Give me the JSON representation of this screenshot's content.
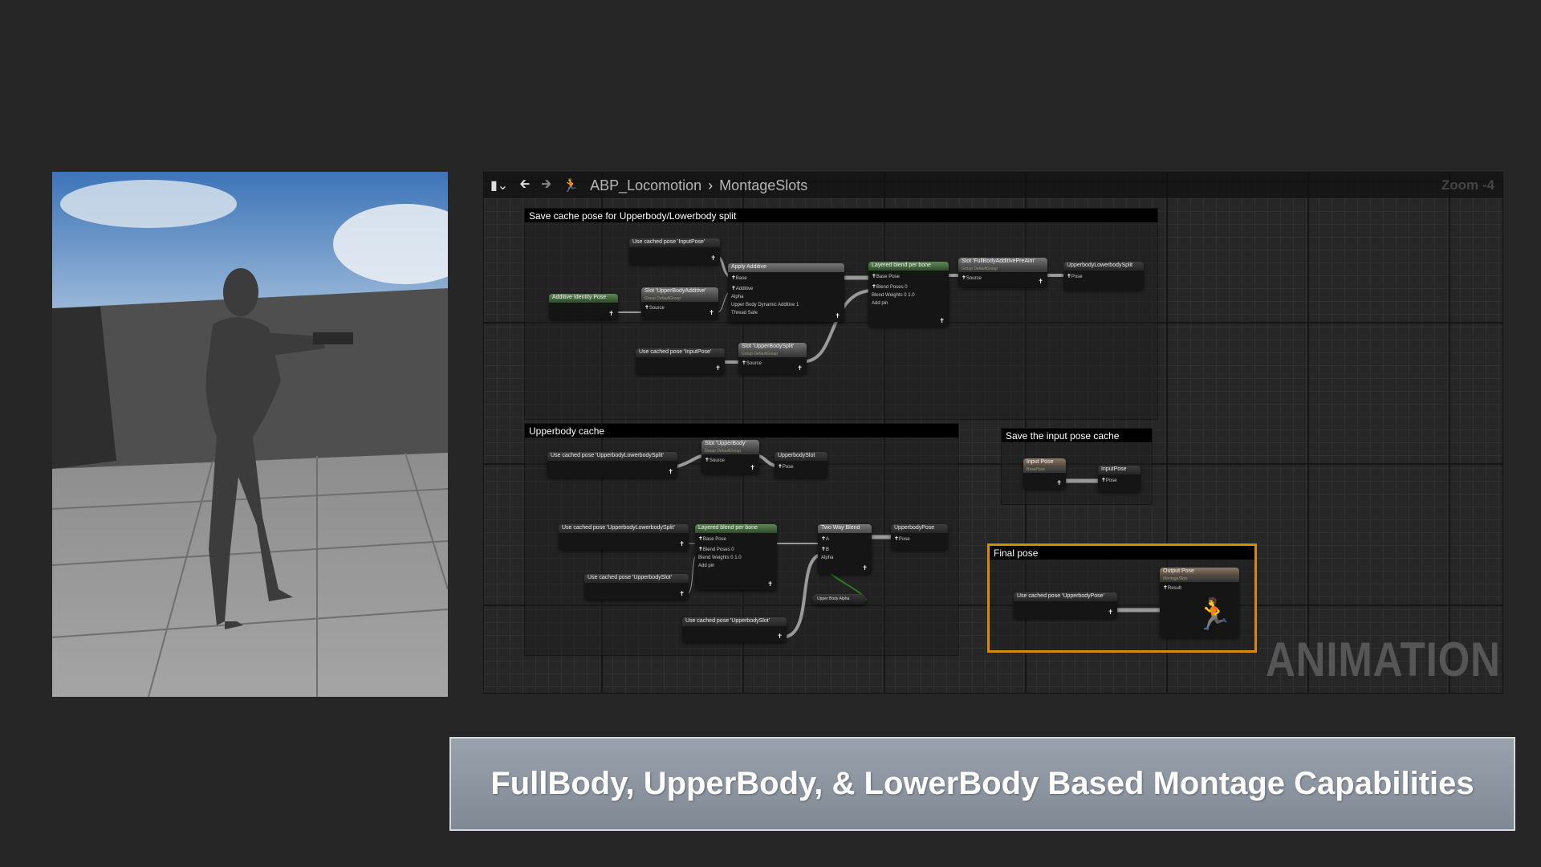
{
  "caption": "FullBody, UpperBody, & LowerBody Based Montage Capabilities",
  "toolbar": {
    "icons": [
      "bookmark-icon",
      "back-arrow-icon",
      "forward-arrow-icon",
      "running-man-icon"
    ],
    "breadcrumb": [
      "ABP_Locomotion",
      "MontageSlots"
    ],
    "zoom": "Zoom -4"
  },
  "watermark": "ANIMATION",
  "comments": [
    {
      "title": "Save cache pose for Upperbody/Lowerbody split"
    },
    {
      "title": "Upperbody cache"
    },
    {
      "title": "Save the input pose cache"
    },
    {
      "title": "Final pose"
    }
  ],
  "nodes": [
    {
      "title": "Use cached pose 'InputPose'",
      "style": "plain",
      "pins": [],
      "out": true
    },
    {
      "title": "Apply Additive",
      "style": "grey",
      "pins": [
        "Base",
        "Additive"
      ],
      "extras": [
        "Alpha",
        "Upper Body Dynamic Additive 1",
        "Thread Safe"
      ],
      "out": true
    },
    {
      "title": "Additive Identity Pose",
      "style": "green",
      "pins": [],
      "out": true
    },
    {
      "title": "Slot 'UpperBodyAdditive'",
      "subtitle": "Group DefaultGroup",
      "style": "grey",
      "pins": [
        "Source"
      ],
      "out": true
    },
    {
      "title": "Layered blend per bone",
      "style": "green",
      "pins": [
        "Base Pose",
        "Blend Poses 0"
      ],
      "extras": [
        "Blend Weights 0  1.0",
        "Add pin"
      ],
      "out": true
    },
    {
      "title": "Slot 'FullBodyAdditivePreAim'",
      "subtitle": "Group DefaultGroup",
      "style": "grey",
      "pins": [
        "Source"
      ],
      "out": true
    },
    {
      "title": "UpperbodyLowerbodySplit",
      "style": "plain",
      "pins": [
        "Pose"
      ],
      "out": false
    },
    {
      "title": "Use cached pose 'InputPose'",
      "style": "plain",
      "pins": [],
      "out": true
    },
    {
      "title": "Slot 'UpperBodySplit'",
      "subtitle": "Group DefaultGroup",
      "style": "grey",
      "pins": [
        "Source"
      ],
      "out": true
    },
    {
      "title": "Use cached pose 'UpperbodyLowerbodySplit'",
      "style": "plain",
      "pins": [],
      "out": true
    },
    {
      "title": "Slot 'UpperBody'",
      "subtitle": "Group DefaultGroup",
      "style": "grey",
      "pins": [
        "Source"
      ],
      "out": true
    },
    {
      "title": "UpperbodySlot",
      "style": "plain",
      "pins": [
        "Pose"
      ],
      "out": false
    },
    {
      "title": "Use cached pose 'UpperbodyLowerbodySplit'",
      "style": "plain",
      "pins": [],
      "out": true
    },
    {
      "title": "Layered blend per bone",
      "style": "green",
      "pins": [
        "Base Pose",
        "Blend Poses 0"
      ],
      "extras": [
        "Blend Weights 0  1.0",
        "Add pin"
      ],
      "out": true
    },
    {
      "title": "Use cached pose 'UpperbodySlot'",
      "style": "plain",
      "pins": [],
      "out": true
    },
    {
      "title": "Two Way Blend",
      "style": "grey",
      "pins": [
        "A",
        "B"
      ],
      "extras": [
        "Alpha"
      ],
      "out": true
    },
    {
      "title": "UpperbodyPose",
      "style": "plain",
      "pins": [
        "Pose"
      ],
      "out": false
    },
    {
      "title": "Upper Body Alpha",
      "style": "var",
      "pins": [],
      "out": false
    },
    {
      "title": "Use cached pose 'UpperbodySlot'",
      "style": "plain",
      "pins": [],
      "out": true
    },
    {
      "title": "Input Pose",
      "subtitle": "BasePose",
      "style": "brown",
      "pins": [],
      "out": true
    },
    {
      "title": "InputPose",
      "style": "plain",
      "pins": [
        "Pose"
      ],
      "out": false
    },
    {
      "title": "Use cached pose 'UpperbodyPose'",
      "style": "plain",
      "pins": [],
      "out": true
    },
    {
      "title": "Output Pose",
      "subtitle": "MontageSlots",
      "style": "brown",
      "pins": [
        "Result"
      ],
      "out": false
    }
  ],
  "colors": {
    "selection": "#d98b00",
    "wire_exec": "#ffffff",
    "wire_float": "#3ec21e"
  }
}
